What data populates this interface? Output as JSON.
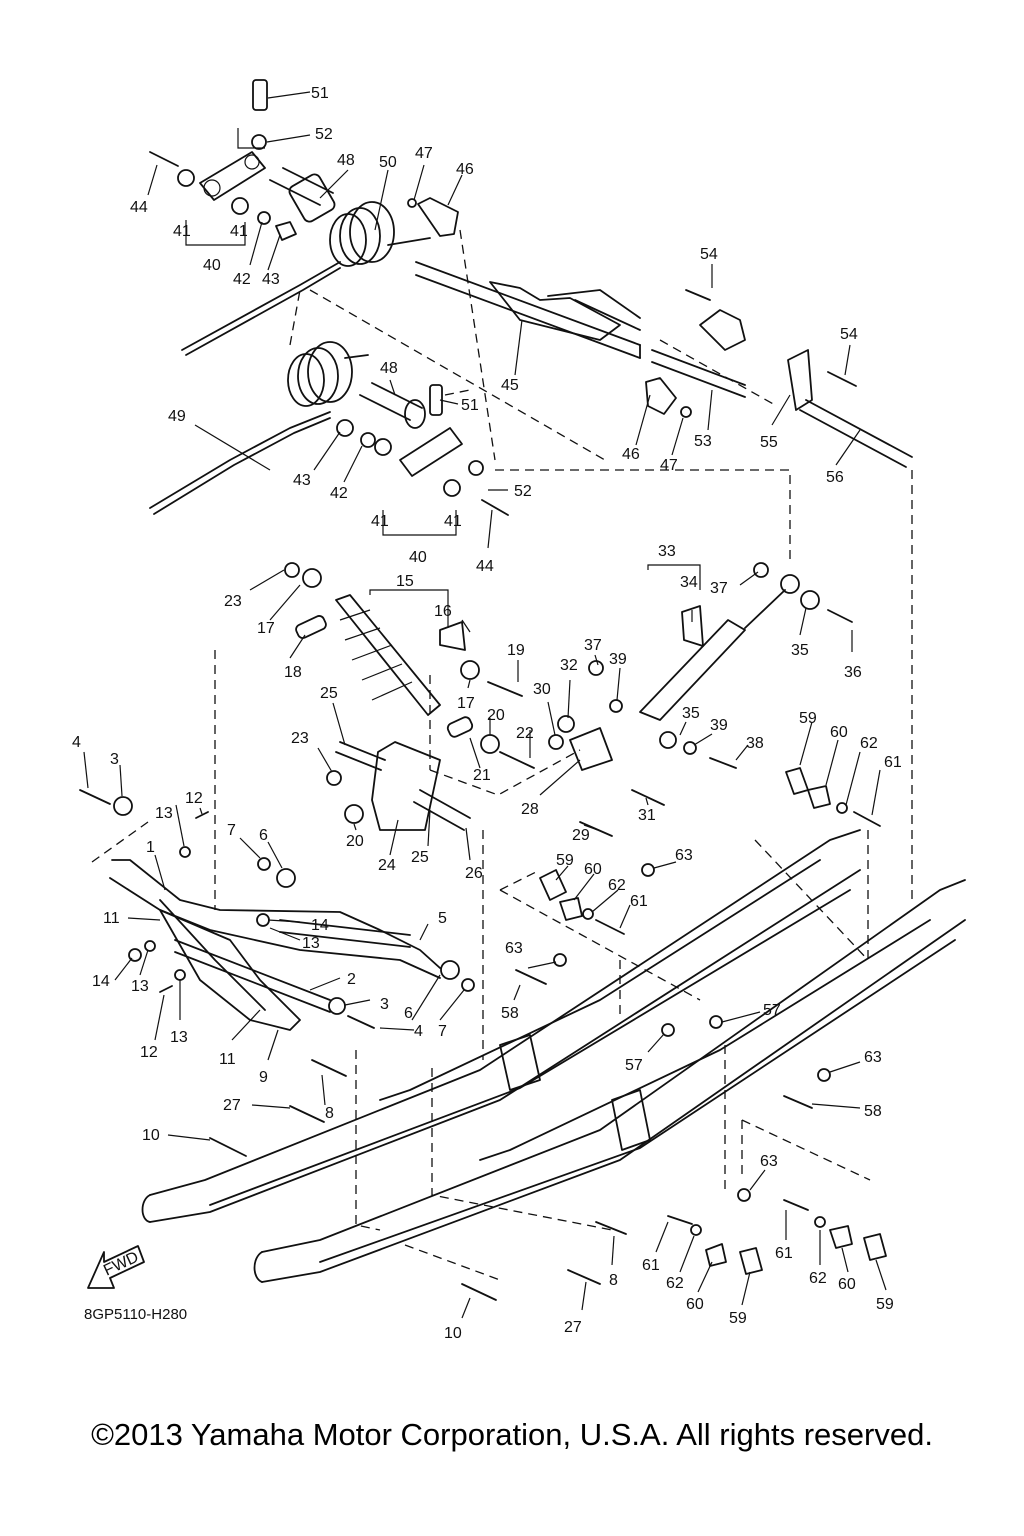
{
  "diagram": {
    "reference_code": "8GP5110-H280",
    "fwd_label": "FWD",
    "copyright": "©2013 Yamaha Motor Corporation, U.S.A. All rights reserved.",
    "callouts": {
      "c51a": "51",
      "c52a": "52",
      "c48a": "48",
      "c50": "50",
      "c47a": "47",
      "c46a": "46",
      "c44a": "44",
      "c41a": "41",
      "c41b": "41",
      "c40a": "40",
      "c42a": "42",
      "c43a": "43",
      "c54a": "54",
      "c54b": "54",
      "c45": "45",
      "c46b": "46",
      "c47b": "47",
      "c53": "53",
      "c55": "55",
      "c56": "56",
      "c49": "49",
      "c48b": "48",
      "c51b": "51",
      "c43b": "43",
      "c42b": "42",
      "c41c": "41",
      "c41d": "41",
      "c52b": "52",
      "c40b": "40",
      "c44b": "44",
      "c33": "33",
      "c34": "34",
      "c37a": "37",
      "c35a": "35",
      "c36": "36",
      "c15": "15",
      "c16": "16",
      "c23a": "23",
      "c17a": "17",
      "c18": "18",
      "c19": "19",
      "c17b": "17",
      "c37b": "37",
      "c32": "32",
      "c39a": "39",
      "c30": "30",
      "c25a": "25",
      "c20a": "20",
      "c22": "22",
      "c35b": "35",
      "c39b": "39",
      "c38": "38",
      "c59a": "59",
      "c60a": "60",
      "c62a": "62",
      "c61a": "61",
      "c23b": "23",
      "c21": "21",
      "c28": "28",
      "c31": "31",
      "c29": "29",
      "c4a": "4",
      "c3a": "3",
      "c13a": "13",
      "c12a": "12",
      "c7a": "7",
      "c6a": "6",
      "c20b": "20",
      "c24": "24",
      "c25b": "25",
      "c26": "26",
      "c1": "1",
      "c59b": "59",
      "c60b": "60",
      "c63a": "63",
      "c62b": "62",
      "c61b": "61",
      "c11a": "11",
      "c14a": "14",
      "c13b": "13",
      "c5": "5",
      "c14b": "14",
      "c13c": "13",
      "c2": "2",
      "c63b": "63",
      "c58a": "58",
      "c3b": "3",
      "c6b": "6",
      "c4b": "4",
      "c7b": "7",
      "c12b": "12",
      "c13d": "13",
      "c11b": "11",
      "c9": "9",
      "c57a": "57",
      "c57b": "57",
      "c63c": "63",
      "c27a": "27",
      "c8a": "8",
      "c58b": "58",
      "c10a": "10",
      "c63d": "63",
      "c8b": "8",
      "c61c": "61",
      "c62c": "62",
      "c60c": "60",
      "c59c": "59",
      "c61d": "61",
      "c62d": "62",
      "c60d": "60",
      "c59d": "59",
      "c27b": "27",
      "c10b": "10"
    }
  }
}
